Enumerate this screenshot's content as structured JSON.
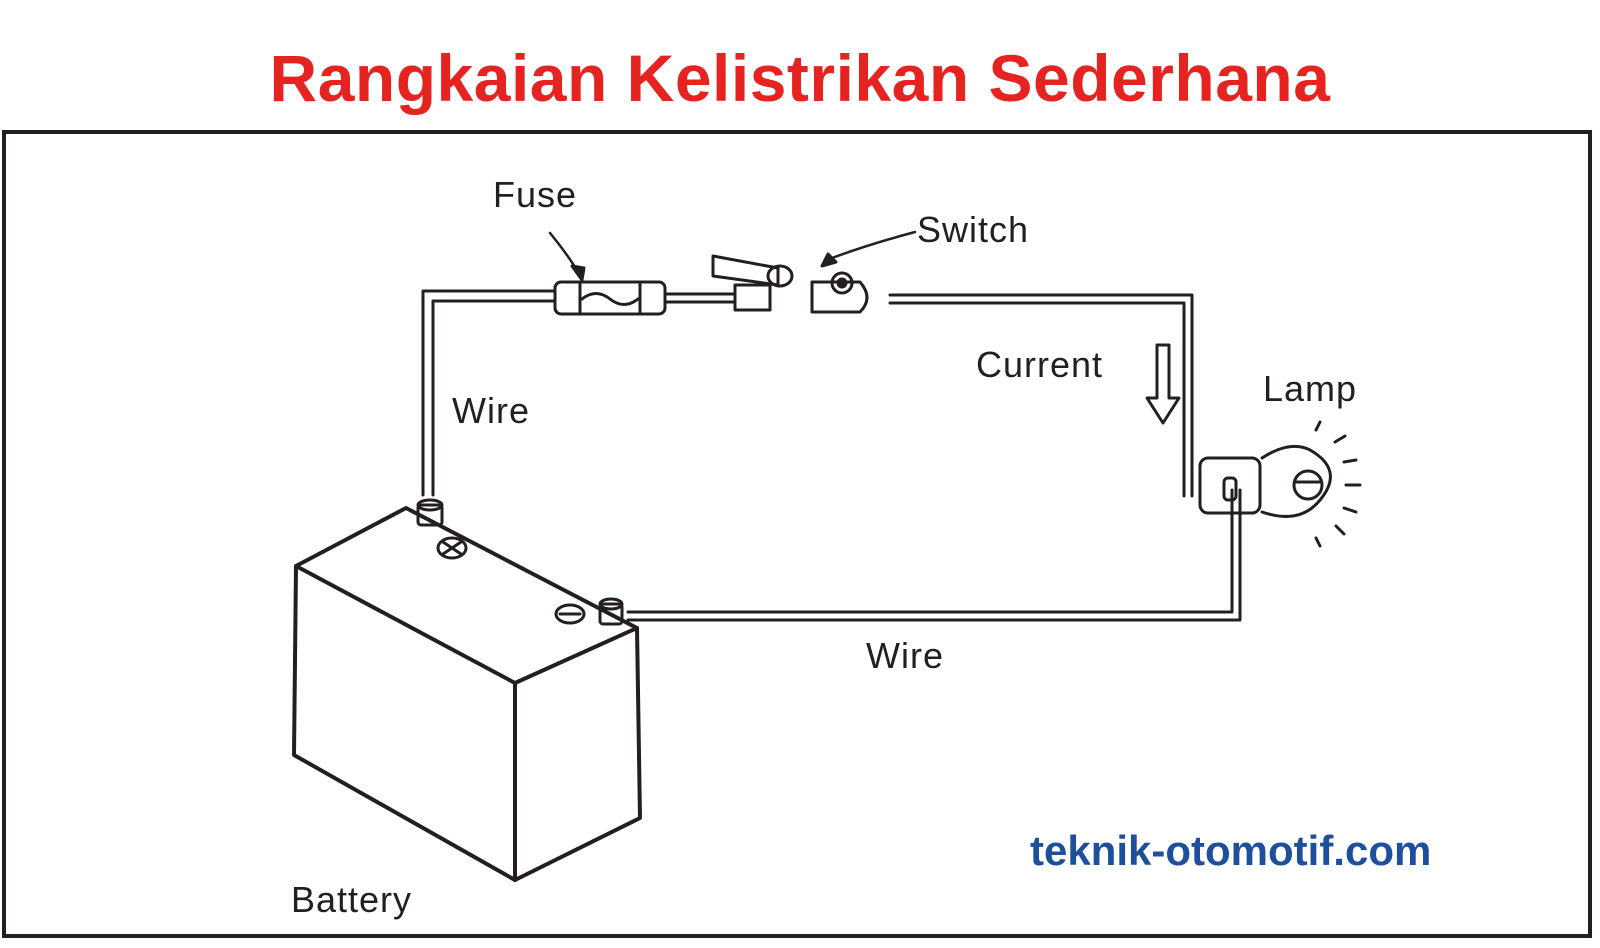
{
  "title": "Rangkaian Kelistrikan Sederhana",
  "labels": {
    "fuse": "Fuse",
    "switch": "Switch",
    "current": "Current",
    "lamp": "Lamp",
    "wire_left": "Wire",
    "wire_bottom": "Wire",
    "battery": "Battery"
  },
  "website": "teknik-otomotif.com",
  "colors": {
    "title": "#e52421",
    "website": "#1d4f9c",
    "line": "#231f20"
  },
  "icons": [
    "fuse-icon",
    "switch-icon",
    "lamp-icon",
    "battery-icon",
    "current-arrow-icon"
  ]
}
